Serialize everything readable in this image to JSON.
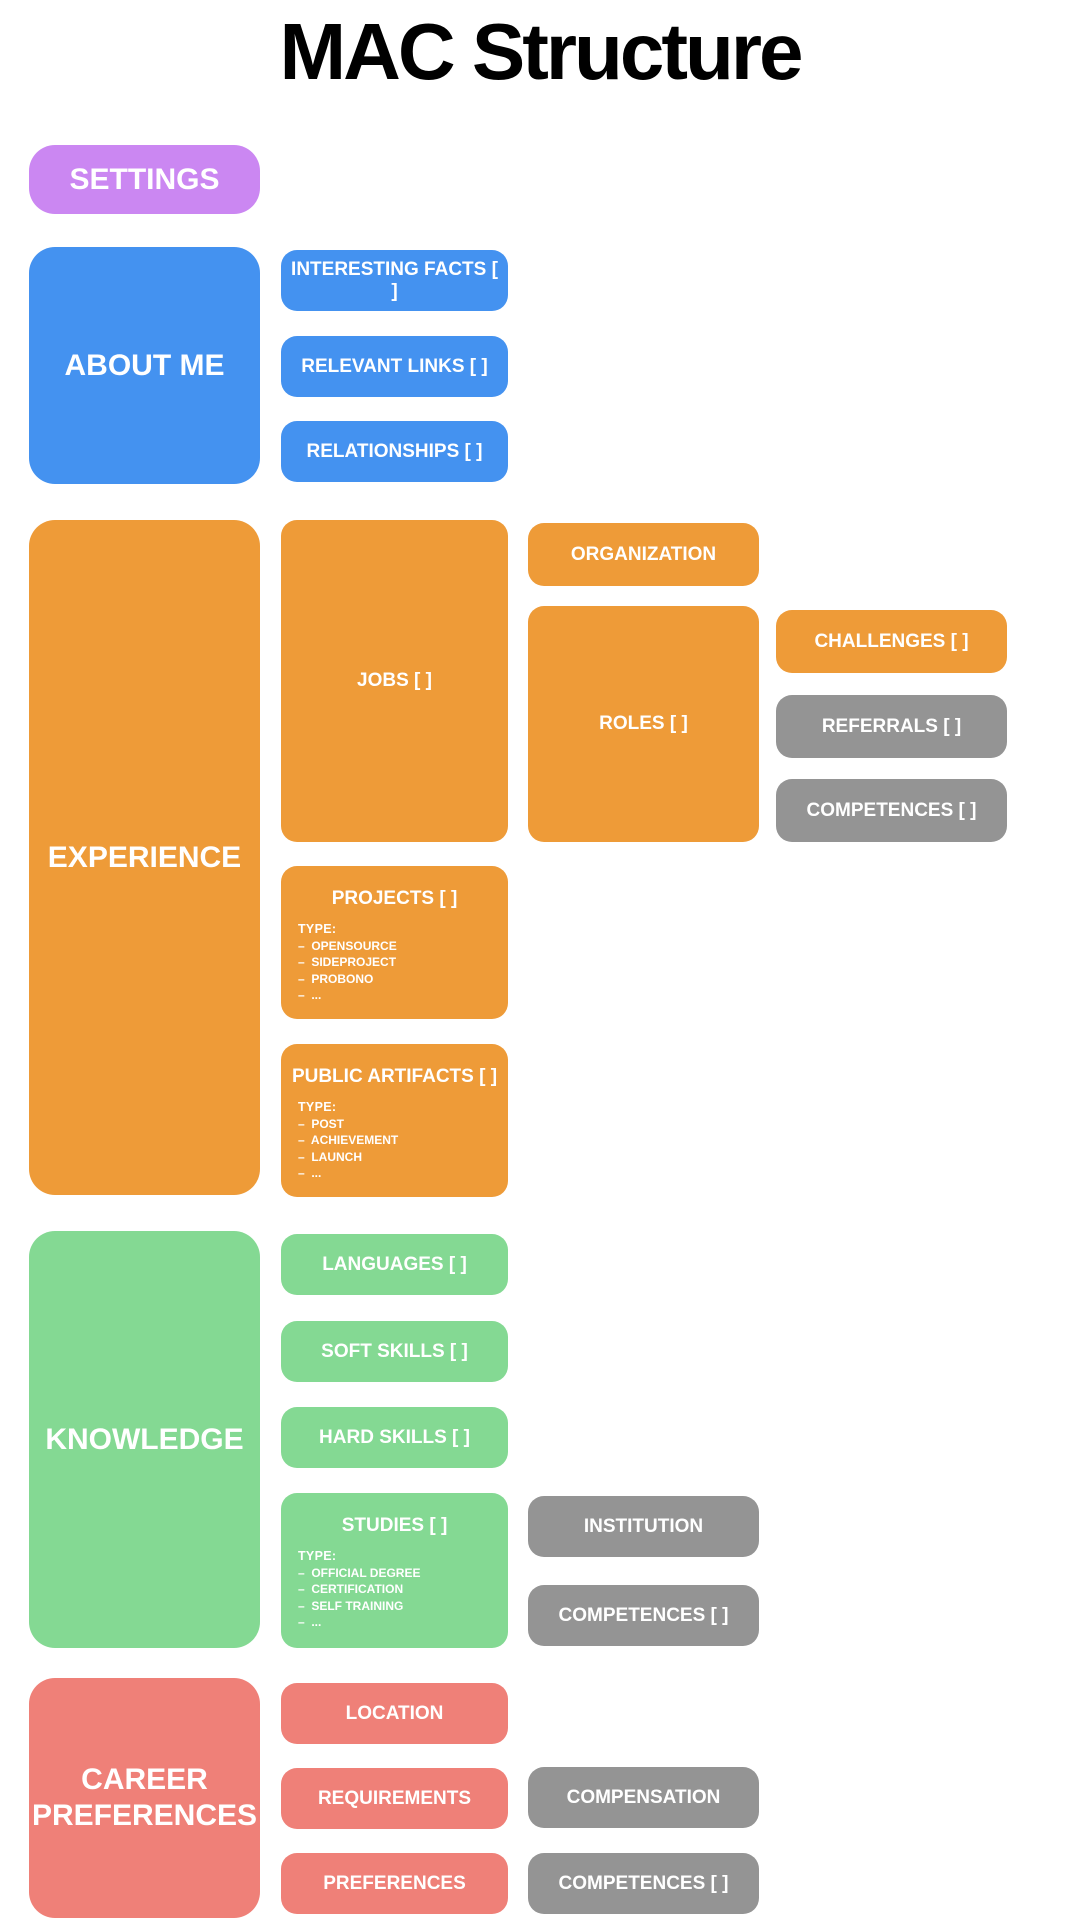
{
  "page_title": "MAC Structure",
  "colors": {
    "purple": "#cb87f2",
    "blue": "#4492f0",
    "orange": "#ee9b38",
    "green": "#84d993",
    "red": "#ef8078",
    "gray": "#949494"
  },
  "settings": {
    "label": "SETTINGS"
  },
  "about_me": {
    "label": "ABOUT ME",
    "interesting_facts": "INTERESTING FACTS [ ]",
    "relevant_links": "RELEVANT LINKS [ ]",
    "relationships": "RELATIONSHIPS [ ]"
  },
  "experience": {
    "label": "EXPERIENCE",
    "jobs": {
      "label": "JOBS [ ]",
      "organization": "ORGANIZATION",
      "roles": {
        "label": "ROLES [ ]",
        "challenges": "CHALLENGES [ ]",
        "referrals": "REFERRALS [ ]",
        "competences": "COMPETENCES [ ]"
      }
    },
    "projects": {
      "label": "PROJECTS [ ]",
      "type_heading": "TYPE:",
      "types": [
        "OPENSOURCE",
        "SIDEPROJECT",
        "PROBONO",
        "..."
      ]
    },
    "public_artifacts": {
      "label": "PUBLIC ARTIFACTS [ ]",
      "type_heading": "TYPE:",
      "types": [
        "POST",
        "ACHIEVEMENT",
        "LAUNCH",
        "..."
      ]
    }
  },
  "knowledge": {
    "label": "KNOWLEDGE",
    "languages": "LANGUAGES [ ]",
    "soft_skills": "SOFT SKILLS [ ]",
    "hard_skills": "HARD SKILLS [ ]",
    "studies": {
      "label": "STUDIES [ ]",
      "type_heading": "TYPE:",
      "types": [
        "OFFICIAL DEGREE",
        "CERTIFICATION",
        "SELF TRAINING",
        "..."
      ],
      "institution": "INSTITUTION",
      "competences": "COMPETENCES [ ]"
    }
  },
  "career_preferences": {
    "label": "CAREER PREFERENCES",
    "location": "LOCATION",
    "requirements": "REQUIREMENTS",
    "compensation": "COMPENSATION",
    "preferences": "PREFERENCES",
    "competences": "COMPETENCES [ ]"
  }
}
